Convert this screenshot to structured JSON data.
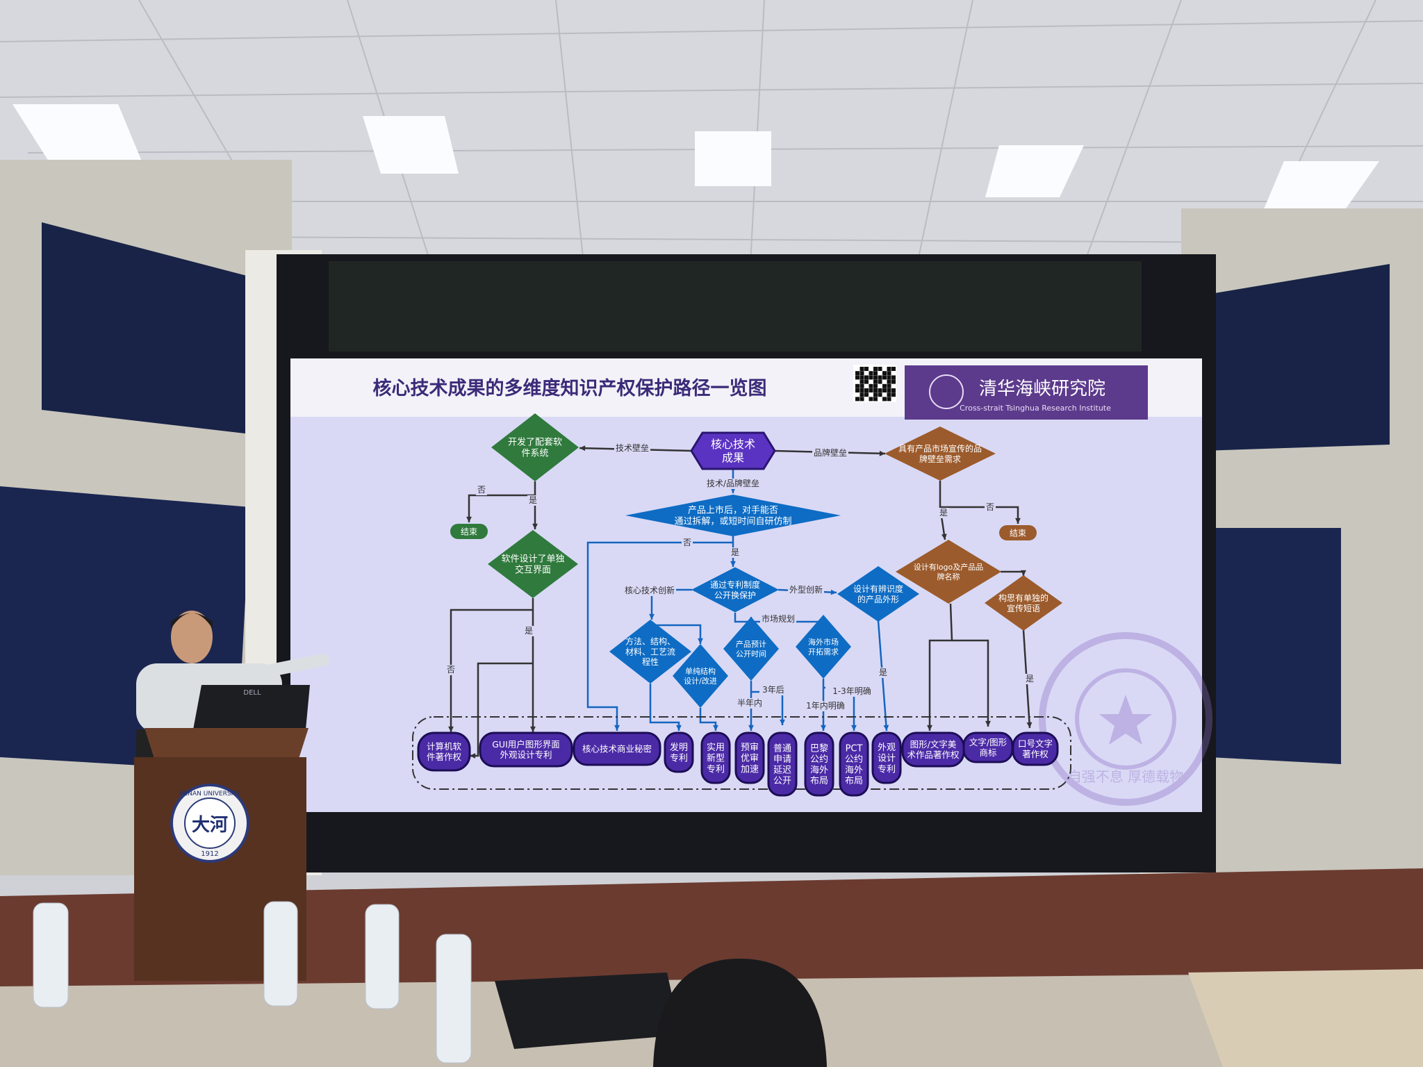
{
  "slide": {
    "title": "核心技术成果的多维度知识产权保护路径一览图",
    "logo_cn": "清华海峡研究院",
    "logo_en": "Cross-strait Tsinghua Research Institute",
    "watermark_text": "自强不息 厚德载物"
  },
  "diagram": {
    "nodes": [
      {
        "id": "core",
        "lines": [
          "核心技术",
          "成果"
        ]
      },
      {
        "id": "software",
        "lines": [
          "开发了配套软",
          "件系统"
        ]
      },
      {
        "id": "end_green",
        "lines": [
          "结束"
        ]
      },
      {
        "id": "ui",
        "lines": [
          "软件设计了单独",
          "交互界面"
        ]
      },
      {
        "id": "brand",
        "lines": [
          "具有产品市场宣传的品",
          "牌壁垒需求"
        ]
      },
      {
        "id": "end_orange",
        "lines": [
          "结束"
        ]
      },
      {
        "id": "copy",
        "lines": [
          "产品上市后，对手能否",
          "通过拆解，或短时间自研仿制"
        ]
      },
      {
        "id": "patent",
        "lines": [
          "通过专利制度",
          "公开换保护"
        ]
      },
      {
        "id": "shape",
        "lines": [
          "设计有辨识度",
          "的产品外形"
        ]
      },
      {
        "id": "logo",
        "lines": [
          "设计有logo及产品品",
          "牌名称"
        ]
      },
      {
        "id": "slogan",
        "lines": [
          "构思有单独的",
          "宣传短语"
        ]
      },
      {
        "id": "method",
        "lines": [
          "方法、结构、",
          "材料、工艺流",
          "程性"
        ]
      },
      {
        "id": "struct",
        "lines": [
          "单纯结构",
          "设计/改进"
        ]
      },
      {
        "id": "pubtime",
        "lines": [
          "产品预计",
          "公开时间"
        ]
      },
      {
        "id": "overseas",
        "lines": [
          "海外市场",
          "开拓需求"
        ]
      }
    ],
    "outcomes": [
      {
        "id": "o1",
        "lines": [
          "计算机软",
          "件著作权"
        ]
      },
      {
        "id": "o2",
        "lines": [
          "GUI用户图形界面",
          "外观设计专利"
        ]
      },
      {
        "id": "o3",
        "lines": [
          "核心技术商业秘密"
        ]
      },
      {
        "id": "o4",
        "lines": [
          "发明",
          "专利"
        ]
      },
      {
        "id": "o5",
        "lines": [
          "实用",
          "新型",
          "专利"
        ]
      },
      {
        "id": "o6",
        "lines": [
          "预审",
          "优审",
          "加速"
        ]
      },
      {
        "id": "o7",
        "lines": [
          "普通",
          "申请",
          "延迟",
          "公开"
        ]
      },
      {
        "id": "o8",
        "lines": [
          "巴黎",
          "公约",
          "海外",
          "布局"
        ]
      },
      {
        "id": "o9",
        "lines": [
          "PCT",
          "公约",
          "海外",
          "布局"
        ]
      },
      {
        "id": "o10",
        "lines": [
          "外观",
          "设计",
          "专利"
        ]
      },
      {
        "id": "o11",
        "lines": [
          "图形/文字美",
          "术作品著作权"
        ]
      },
      {
        "id": "o12",
        "lines": [
          "文字/图形",
          "商标"
        ]
      },
      {
        "id": "o13",
        "lines": [
          "口号文字",
          "著作权"
        ]
      }
    ],
    "edge_labels": [
      {
        "id": "e_tech",
        "text": "技术壁垒"
      },
      {
        "id": "e_brand",
        "text": "品牌壁垒"
      },
      {
        "id": "e_both",
        "text": "技术/品牌壁垒"
      },
      {
        "id": "e_no1",
        "text": "否"
      },
      {
        "id": "e_yes1",
        "text": "是"
      },
      {
        "id": "e_no2",
        "text": "否"
      },
      {
        "id": "e_yes2",
        "text": "是"
      },
      {
        "id": "e_no3",
        "text": "否"
      },
      {
        "id": "e_yes3",
        "text": "是"
      },
      {
        "id": "e_coretech",
        "text": "核心技术创新"
      },
      {
        "id": "e_shape",
        "text": "外型创新"
      },
      {
        "id": "e_market",
        "text": "市场规划"
      },
      {
        "id": "e_yes4",
        "text": "是"
      },
      {
        "id": "e_no4",
        "text": "否"
      },
      {
        "id": "e_3y",
        "text": "3年后"
      },
      {
        "id": "e_half",
        "text": "半年内"
      },
      {
        "id": "e_13y",
        "text": "1-3年明确"
      },
      {
        "id": "e_1y",
        "text": "1年内明确"
      },
      {
        "id": "e_yes5",
        "text": "是"
      },
      {
        "id": "e_yes6",
        "text": "是"
      }
    ]
  },
  "room": {
    "podium_text": "HENAN UNIVERSITY",
    "podium_year": "1912",
    "podium_emblem": "大河",
    "laptop_brand": "DELL"
  },
  "colors": {
    "green": "#2f7a3c",
    "orange": "#9c5b2c",
    "blue": "#0e6cc4",
    "purple": "#4b2aa6",
    "hex": "#5b33c2",
    "slide_bg": "#d9d9f6",
    "title": "#3b2a78",
    "logo_bg": "#5c3a8c"
  }
}
